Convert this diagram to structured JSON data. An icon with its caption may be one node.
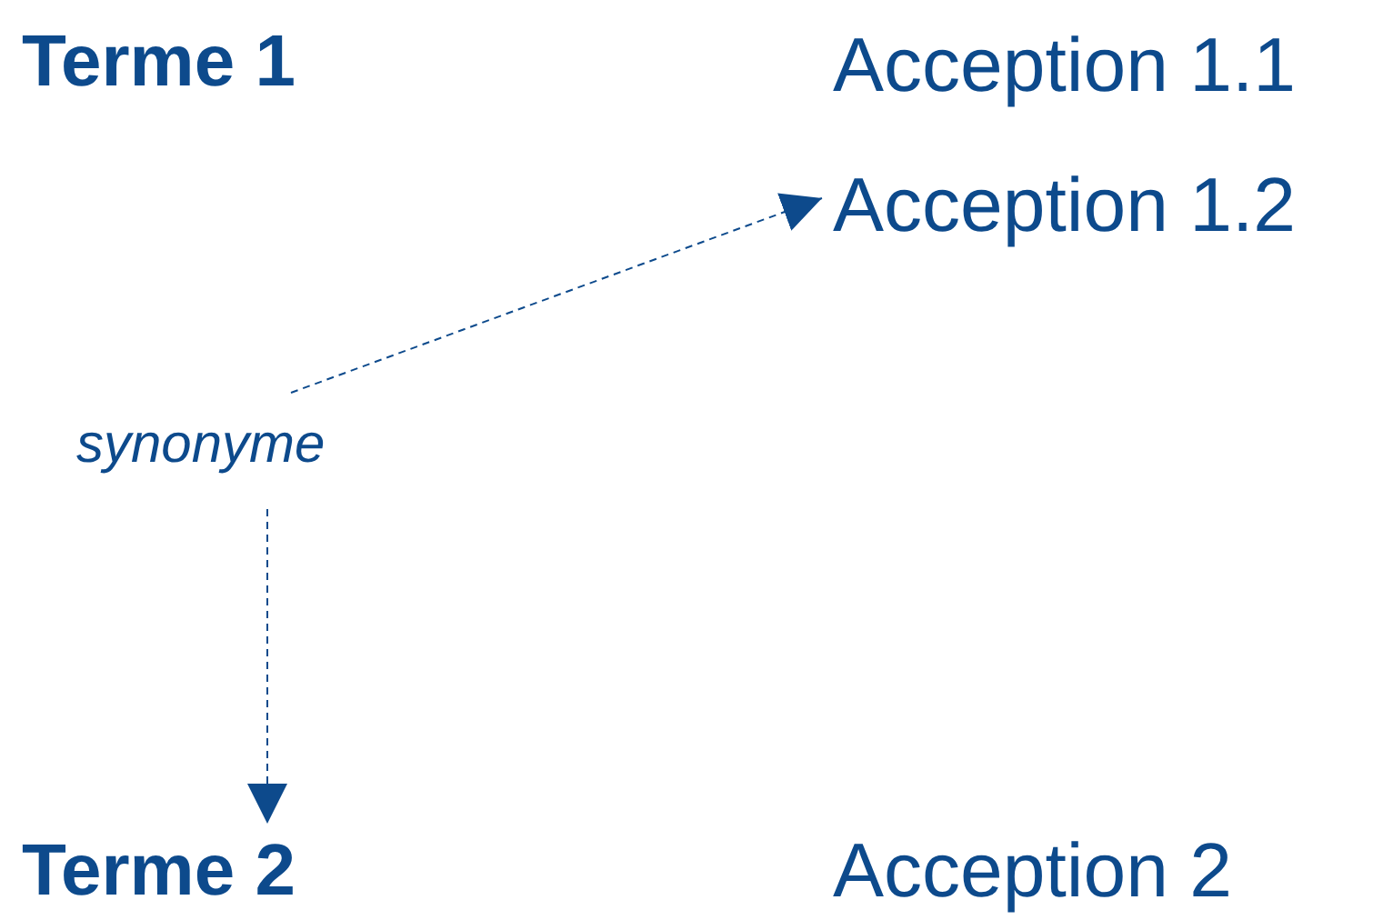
{
  "diagram": {
    "nodes": [
      {
        "text": [
          "Terme 1"
        ]
      },
      {
        "text": [
          "Acception 1.1"
        ]
      },
      {
        "text": [
          "Acception 1.2"
        ]
      },
      {
        "text": [
          "synonyme"
        ]
      },
      {
        "text": [
          "Terme 2"
        ]
      },
      {
        "text": [
          "Acception 2"
        ]
      }
    ],
    "edges": [
      {
        "from": 3,
        "to": 2,
        "arrow": "to",
        "style": "dashed"
      },
      {
        "from": 3,
        "to": 4,
        "arrow": "to",
        "style": "dashed"
      }
    ]
  }
}
